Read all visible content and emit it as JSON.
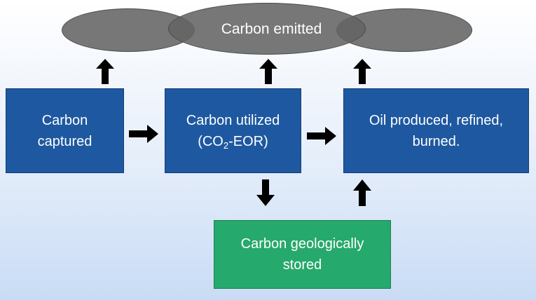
{
  "diagram": {
    "emitted": {
      "label": "Carbon emitted"
    },
    "nodes": {
      "captured": {
        "line1": "Carbon",
        "line2": "captured"
      },
      "utilized": {
        "line1": "Carbon utilized",
        "open": "(CO",
        "sub": "2",
        "close": "-EOR)"
      },
      "oil": {
        "line1": "Oil produced, refined,",
        "line2": "burned."
      },
      "stored": {
        "line1": "Carbon geologically",
        "line2": "stored"
      }
    },
    "colors": {
      "blue_box": "#1e58a0",
      "green_box": "#26a96c",
      "emitted_cloud": "#646464",
      "arrow": "#000000"
    }
  }
}
